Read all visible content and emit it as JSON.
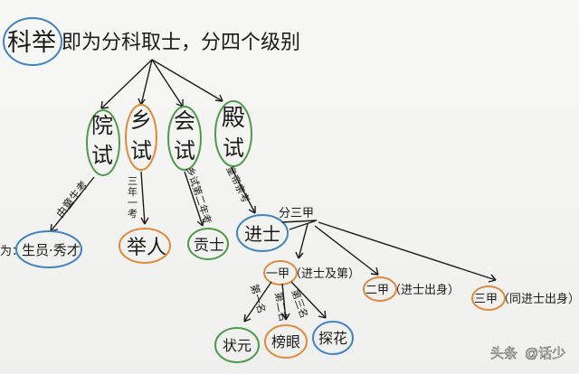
{
  "title": {
    "prefix": "科举",
    "rest": "即为分科取士，分四个级别"
  },
  "levels": {
    "yuanshi": "院试",
    "xiangshi": "乡试",
    "huishi": "会试",
    "dianshi": "殿试"
  },
  "annotations": {
    "yuanshi_note": "由童生考",
    "xiangshi_note": "三年一考",
    "huishi_note": "乡试第二年考",
    "dianshi_note": "皇帝亲考",
    "split_note": "分三甲"
  },
  "results": {
    "prefix_label": "为：",
    "yuanshi_result": "生员·秀才",
    "xiangshi_result": "举人",
    "huishi_result": "贡士",
    "dianshi_result": "进士"
  },
  "jia": {
    "first": "一甲（进士及第）",
    "second": "二甲（进士出身）",
    "third": "三甲（同进士出身）"
  },
  "top_three": {
    "first": "状元",
    "second": "榜眼",
    "third": "探花"
  },
  "top_notes": {
    "first": "第一名",
    "second": "第二名",
    "third": "第三名"
  },
  "watermark": {
    "platform": "头条",
    "account": "@话少"
  },
  "colors": {
    "blue_circle": "#3f83c4",
    "orange_circle": "#e08a3c",
    "green_circle": "#4f9a4c",
    "ink": "#1b1b1b"
  }
}
